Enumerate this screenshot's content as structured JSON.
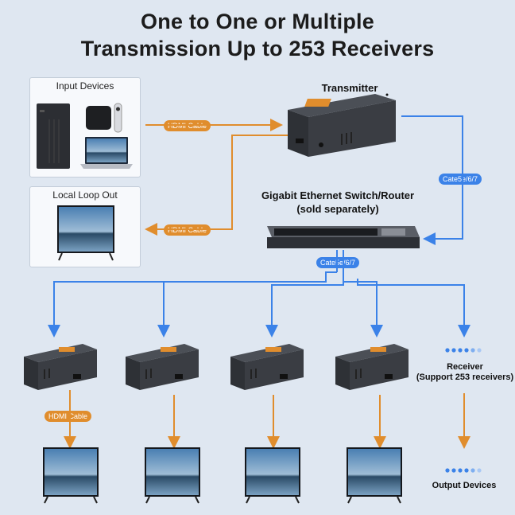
{
  "title": {
    "line1": "One to One or Multiple",
    "line2": "Transmission Up to 253 Receivers"
  },
  "input_devices": {
    "label": "Input Devices"
  },
  "local_loop": {
    "label": "Local Loop Out"
  },
  "transmitter": {
    "label": "Transmitter"
  },
  "switch": {
    "label_line1": "Gigabit Ethernet Switch/Router",
    "label_line2": "(sold separately)"
  },
  "receiver": {
    "label_line1": "Receiver",
    "label_line2": "(Support 253 receivers)"
  },
  "output_devices": {
    "label": "Output Devices"
  },
  "cables": {
    "hdmi_in": "HDMI Cable",
    "hdmi_loop": "HDMI Cable",
    "hdmi_out": "HDMI Cable",
    "cat_tx": "Cate5e/6/7",
    "cat_sw": "Cate5e/6/7"
  },
  "colors": {
    "orange": "#e08d2d",
    "blue": "#3b82e8",
    "background": "#dfe7f1"
  }
}
